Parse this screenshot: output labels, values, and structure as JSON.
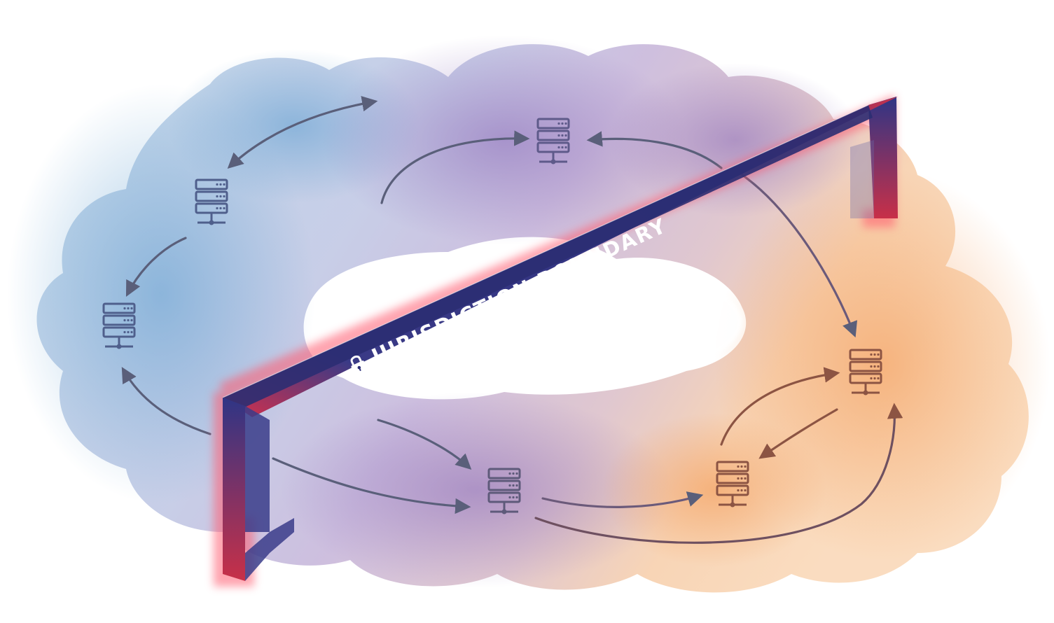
{
  "diagram": {
    "boundary_label": "JURISDICTION BOUNDARY",
    "boundary_icon": "lock-icon",
    "node_icon": "server-icon",
    "colors": {
      "cloud_blue": "#8fb7d9",
      "cloud_purple": "#9c86c0",
      "cloud_orange": "#f2a96a",
      "boundary_navy": "#2d2f78",
      "boundary_red": "#d8304a",
      "arrow_gray": "#5a5f7a",
      "arrow_brown": "#8c5443"
    },
    "nodes": [
      {
        "id": "server-top-center",
        "icon": "server-icon",
        "tone": "purple"
      },
      {
        "id": "server-upper-left",
        "icon": "server-icon",
        "tone": "blue"
      },
      {
        "id": "server-left",
        "icon": "server-icon",
        "tone": "blue"
      },
      {
        "id": "server-bottom-center",
        "icon": "server-icon",
        "tone": "purple"
      },
      {
        "id": "server-bottom-right",
        "icon": "server-icon",
        "tone": "orange"
      },
      {
        "id": "server-right",
        "icon": "server-icon",
        "tone": "orange"
      }
    ]
  }
}
